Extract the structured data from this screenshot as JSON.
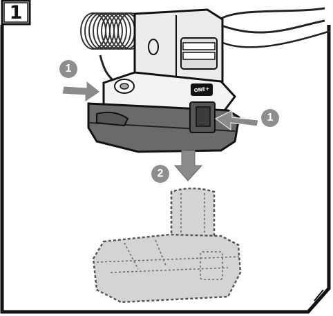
{
  "step": {
    "number": "1"
  },
  "callouts": [
    {
      "label": "1"
    },
    {
      "label": "1"
    },
    {
      "label": "2"
    }
  ],
  "tool": {
    "logo": "ONE+"
  },
  "colors": {
    "body": "#ececec",
    "base": "#6a6a6a",
    "callout": "#8e8e8e",
    "arrow": "#8a8a8a",
    "frame": "#111111"
  },
  "icons": [
    "press-arrow-icon",
    "slide-down-arrow-icon"
  ]
}
